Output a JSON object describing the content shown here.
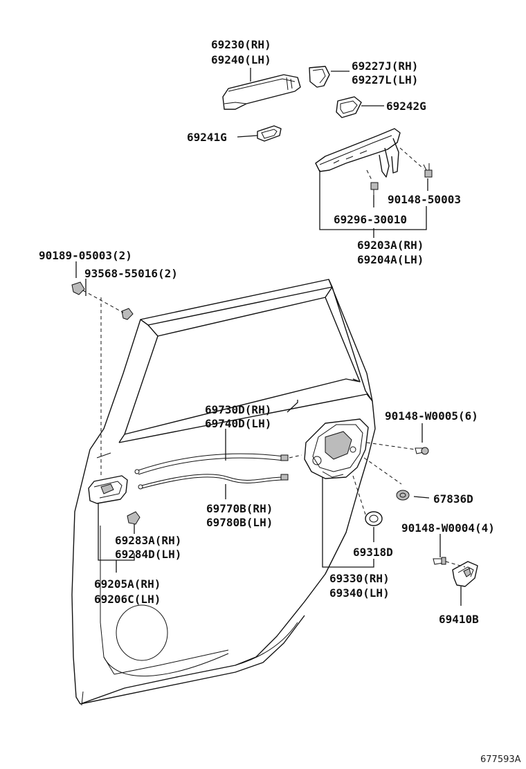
{
  "diagram_id": "677593A",
  "labels": {
    "outer_handle_rh": "69230(RH)",
    "outer_handle_lh": "69240(LH)",
    "handle_cover_rh": "69227J(RH)",
    "handle_cover_lh": "69227L(LH)",
    "pad_rear": "69242G",
    "pad_front": "69241G",
    "screw_frame": "90148-50003",
    "screw_frame_2": "69296-30010",
    "frame_rh": "69203A(RH)",
    "frame_lh": "69204A(LH)",
    "clip_count": "90189-05003(2)",
    "screw_count": "93568-55016(2)",
    "cable_1_rh": "69730D(RH)",
    "cable_1_lh": "69740D(LH)",
    "screw_lock": "90148-W0005(6)",
    "grommet": "67836D",
    "cable_2_rh": "69770B(RH)",
    "cable_2_lh": "69780B(LH)",
    "screw_striker": "90148-W0004(4)",
    "cap_rh": "69283A(RH)",
    "cap_lh": "69284D(LH)",
    "cover_lock": "69318D",
    "inner_handle_rh": "69205A(RH)",
    "inner_handle_lh": "69206C(LH)",
    "lock_rh": "69330(RH)",
    "lock_lh": "69340(LH)",
    "striker": "69410B"
  }
}
